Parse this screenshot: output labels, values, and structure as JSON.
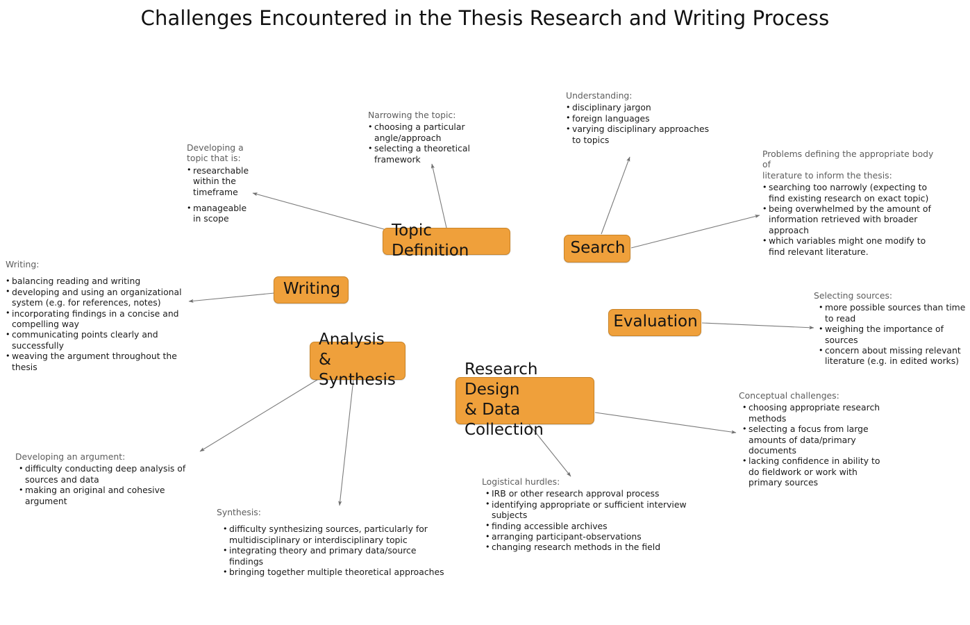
{
  "title": "Challenges Encountered in the Thesis Research\nand Writing Process",
  "colors": {
    "node_fill": "#efa03b",
    "node_border": "#c98326",
    "heading_text": "#5d5d5d",
    "body_text": "#1a1a1a",
    "edge": "#7a7a7a",
    "background": "#ffffff"
  },
  "nodes": [
    {
      "id": "topic-definition",
      "label": "Topic Definition"
    },
    {
      "id": "search",
      "label": "Search"
    },
    {
      "id": "writing",
      "label": "Writing"
    },
    {
      "id": "evaluation",
      "label": "Evaluation"
    },
    {
      "id": "analysis-synthesis",
      "label": "Analysis\n& Synthesis"
    },
    {
      "id": "research-design",
      "label": "Research Design\n& Data Collection"
    }
  ],
  "annotations": {
    "developing_topic": {
      "heading": "Developing a\ntopic that is:",
      "items": [
        "researchable\nwithin the\ntimeframe",
        "manageable\nin scope"
      ]
    },
    "narrowing_topic": {
      "heading": "Narrowing the topic:",
      "items": [
        "choosing a particular\nangle/approach",
        "selecting a theoretical\nframework"
      ]
    },
    "understanding": {
      "heading": "Understanding:",
      "items": [
        "disciplinary jargon",
        "foreign languages",
        "varying disciplinary approaches\nto topics"
      ]
    },
    "literature_body": {
      "heading": "Problems defining the appropriate body of\nliterature to inform the thesis:",
      "items": [
        "searching too narrowly (expecting to\nfind existing research on exact topic)",
        "being overwhelmed by the amount of\ninformation retrieved with broader\napproach",
        "which variables might one modify to\nfind relevant literature."
      ]
    },
    "writing": {
      "heading": "Writing:",
      "items": [
        "balancing reading and writing",
        "developing and using an organizational\nsystem (e.g. for references, notes)",
        "incorporating findings in a concise and\ncompelling way",
        "communicating points clearly and\nsuccessfully",
        "weaving the argument throughout the thesis"
      ]
    },
    "selecting_sources": {
      "heading": "Selecting sources:",
      "items": [
        "more possible sources than time\nto read",
        "weighing the importance of sources",
        "concern about missing relevant\nliterature (e.g. in edited works)"
      ]
    },
    "conceptual_challenges": {
      "heading": "Conceptual challenges:",
      "items": [
        "choosing appropriate research\nmethods",
        "selecting a focus from large\namounts of data/primary\ndocuments",
        "lacking confidence in ability to\ndo fieldwork or work with\nprimary sources"
      ]
    },
    "developing_argument": {
      "heading": "Developing an argument:",
      "items": [
        "difficulty conducting deep analysis of\nsources and data",
        "making an original and cohesive argument"
      ]
    },
    "synthesis": {
      "heading": "Synthesis:",
      "items": [
        "difficulty synthesizing sources, particularly for\nmultidisciplinary or interdisciplinary topic",
        "integrating theory and primary data/source findings",
        "bringing together multiple theoretical approaches"
      ]
    },
    "logistical_hurdles": {
      "heading": "Logistical hurdles:",
      "items": [
        "IRB or other research approval process",
        "identifying appropriate or sufficient interview subjects",
        "finding accessible archives",
        "arranging participant-observations",
        "changing research methods in the field"
      ]
    }
  }
}
